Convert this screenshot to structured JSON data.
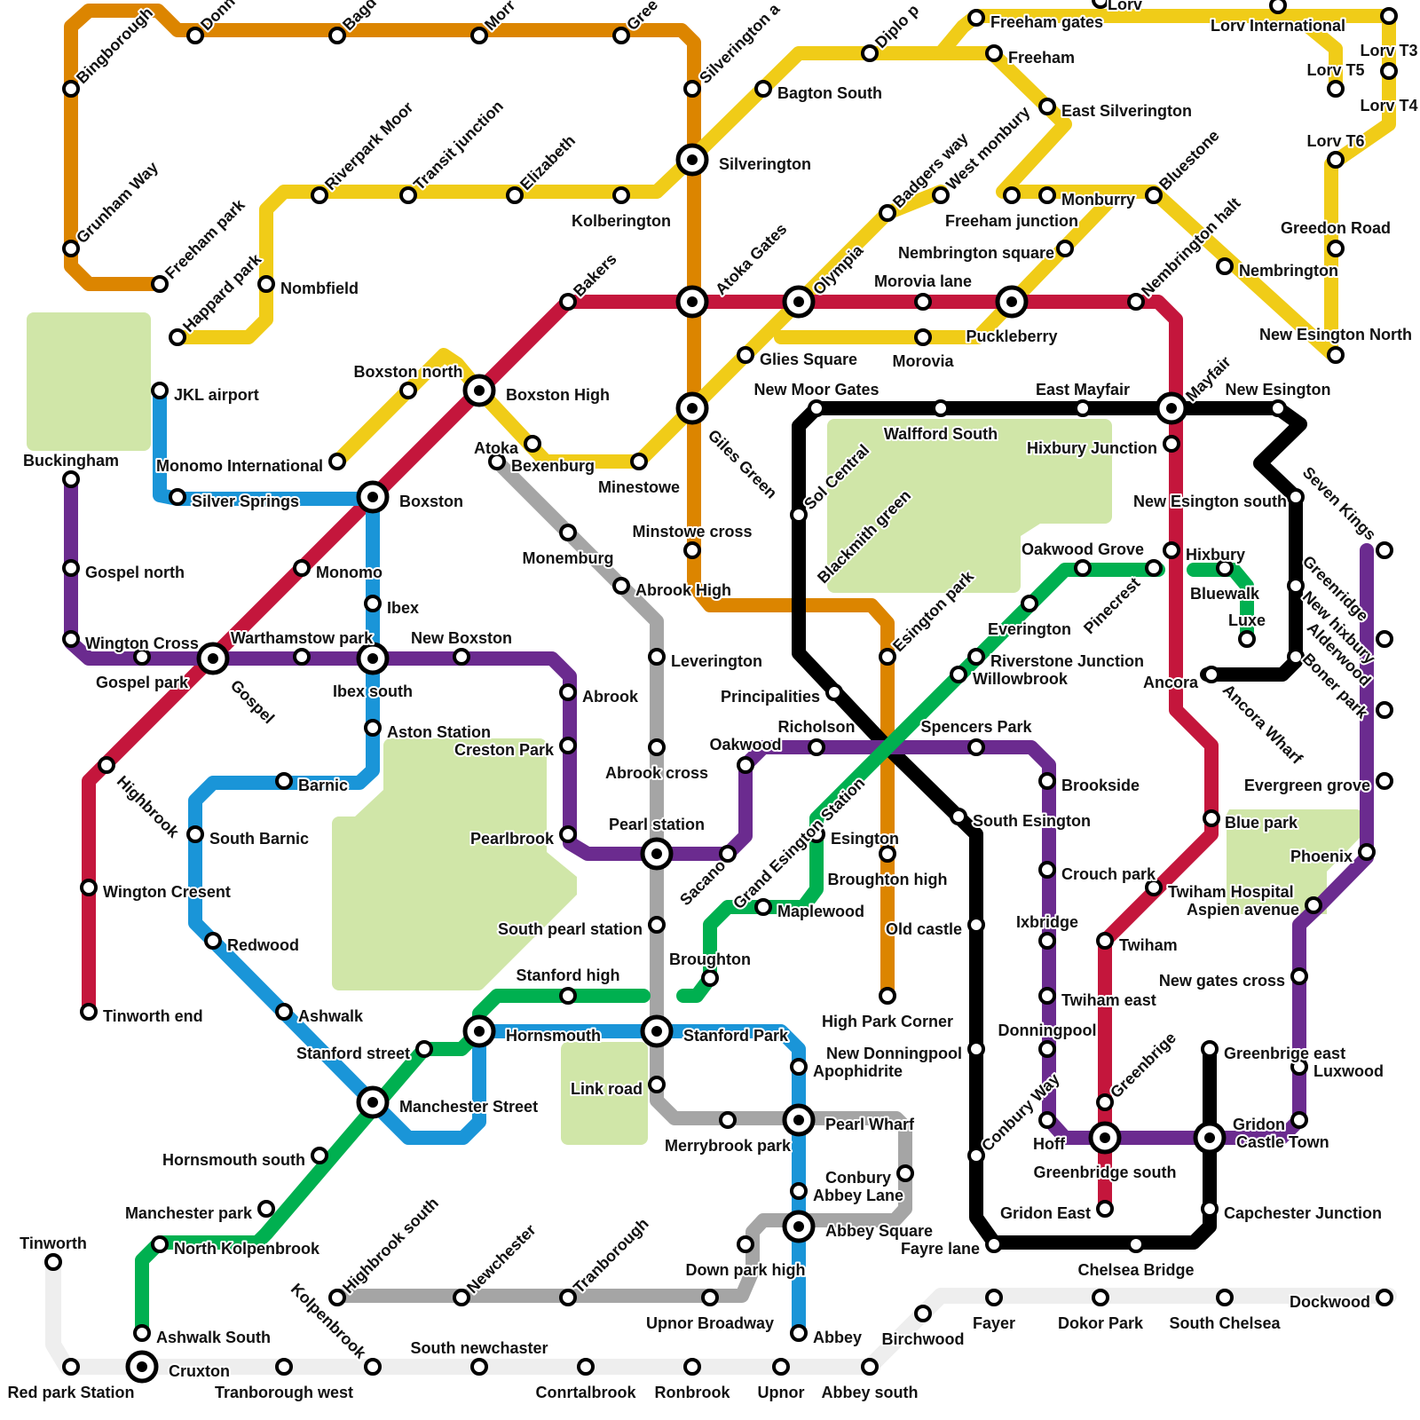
{
  "title": "",
  "colors": {
    "orange": "#dc8500",
    "yellow": "#f0cc18",
    "red": "#c4163c",
    "black": "#000000",
    "purple": "#6b2b8f",
    "blue": "#1a95d8",
    "green": "#00b050",
    "grey": "#a5a5a5",
    "lightgrey": "#eeeeee",
    "park": "#d0e6a8"
  },
  "stations": {
    "bingborough": "Bingborough",
    "donn": "Donn",
    "bagd": "Bagd",
    "morr": "Morr",
    "gree": "Gree",
    "silverington_a": "Silverington a",
    "grunham_way": "Grunham Way",
    "freeham_park": "Freeham park",
    "happard_park": "Happard park",
    "nombfield": "Nombfield",
    "riverpark_moor": "Riverpark Moor",
    "transit_junction": "Transit junction",
    "elizabeth": "Elizabeth",
    "kolberington": "Kolberington",
    "silverington": "Silverington",
    "bagton_south": "Bagton South",
    "diplo_p": "Diplo p",
    "freeham_gates": "Freeham gates",
    "freeham": "Freeham",
    "east_silverington": "East Silverington",
    "lorv": "Lorv",
    "lorv_international": "Lorv International",
    "lorv_t3": "Lorv T3",
    "lorv_t5": "Lorv T5",
    "lorv_t4": "Lorv T4",
    "lorv_t6": "Lorv T6",
    "greedon_road": "Greedon Road",
    "new_esington_north": "New Esington North",
    "badgers_way": "Badgers way",
    "west_monbury": "West monbury",
    "freeham_junction": "Freeham junction",
    "monburry": "Monburry",
    "bluestone": "Bluestone",
    "nembrington_halt": "Nembrington halt",
    "nembrington": "Nembrington",
    "nembrington_square": "Nembrington square",
    "olympia": "Olympia",
    "atoka_gates": "Atoka Gates",
    "bakers": "Bakers",
    "morovia_lane": "Morovia lane",
    "puckleberry": "Puckleberry",
    "morovia": "Morovia",
    "glies_square": "Glies Square",
    "new_moor_gates": "New Moor Gates",
    "east_mayfair": "East Mayfair",
    "mayfair": "Mayfair",
    "new_esington": "New Esington",
    "boxston_north": "Boxston north",
    "boxston_high": "Boxston High",
    "jkl_airport": "JKL airport",
    "monomo_international": "Monomo International",
    "silver_springs": "Silver Springs",
    "boxston": "Boxston",
    "atoka": "Atoka",
    "bexenburg": "Bexenburg",
    "minestowe": "Minestowe",
    "giles_green": "Giles Green",
    "minstowe_cross": "Minstowe cross",
    "walford_south": "Walfford South",
    "hixbury_junction": "Hixbury Junction",
    "sol_central": "Sol Central",
    "blackmith_green": "Blackmith green",
    "new_esington_south": "New Esington south",
    "seven_kings": "Seven Kings",
    "buckingham": "Buckingham",
    "gospel_north": "Gospel north",
    "monomo": "Monomo",
    "ibex": "Ibex",
    "monemburg": "Monemburg",
    "abrook_high": "Abrook High",
    "oakwood_grove": "Oakwood Grove",
    "hixbury": "Hixbury",
    "bluewalk": "Bluewalk",
    "luxe": "Luxe",
    "esington_park": "Esington park",
    "everington": "Everington",
    "pinecrest": "Pinecrest",
    "greenridge": "Greenridge",
    "new_hixbury": "New hixbury",
    "alderwood": "Alderwood",
    "boner_park": "Boner park",
    "wington_cross": "Wington Cross",
    "warthamstow_park": "Warthamstow park",
    "new_boxston": "New Boxston",
    "gospel_park": "Gospel park",
    "gospel": "Gospel",
    "ibex_south": "Ibex south",
    "leverington": "Leverington",
    "riverstone_junction": "Riverstone Junction",
    "willowbrook": "Willowbrook",
    "ancora": "Ancora",
    "ancora_wharf": "Ancora Wharf",
    "abrook": "Abrook",
    "principalities": "Principalities",
    "aston_station": "Aston Station",
    "creston_park": "Creston Park",
    "richolson": "Richolson",
    "oakwood": "Oakwood",
    "spencers_park": "Spencers Park",
    "abrook_cross": "Abrook cross",
    "highbrook": "Highbrook",
    "barnic": "Barnic",
    "brookside": "Brookside",
    "evergreen_grove": "Evergreen grove",
    "south_esington": "South Esington",
    "pearl_station": "Pearl station",
    "blue_park": "Blue park",
    "south_barnic": "South Barnic",
    "pearlbrook": "Pearlbrook",
    "esington": "Esington",
    "grand_esington_station": "Grand Esington Station",
    "sacano": "Sacano",
    "phoenix": "Phoenix",
    "crouch_park": "Crouch park",
    "broughton_high": "Broughton high",
    "twiham_hospital": "Twiham Hospital",
    "aspien_avenue": "Aspien avenue",
    "wington_cresent": "Wington Cresent",
    "maplewood": "Maplewood",
    "ixbridge": "Ixbridge",
    "south_pearl_station": "South pearl station",
    "old_castle": "Old castle",
    "redwood": "Redwood",
    "twiham": "Twiham",
    "broughton": "Broughton",
    "stanford_high": "Stanford high",
    "new_gates_cross": "New gates cross",
    "twiham_east": "Twiham east",
    "tinworth_end": "Tinworth end",
    "ashwalk": "Ashwalk",
    "high_park_corner": "High Park Corner",
    "donningpool": "Donningpool",
    "hornsmouth": "Hornsmouth",
    "stanford_park": "Stanford Park",
    "stanford_street": "Stanford street",
    "new_donningpool": "New Donningpool",
    "apophidrite": "Apophidrite",
    "greenbrige_east": "Greenbrige east",
    "greenbrige": "Greenbrige",
    "luxwood": "Luxwood",
    "link_road": "Link road",
    "manchester_street": "Manchester Street",
    "conbury_way": "Conbury Way",
    "merrybrook_park": "Merrybrook park",
    "pearl_wharf": "Pearl Wharf",
    "gridon": "Gridon",
    "castle_town": "Castle Town",
    "hoff": "Hoff",
    "greenbridge_south": "Greenbridge south",
    "hornsmouth_south": "Hornsmouth south",
    "conbury": "Conbury",
    "abbey_lane": "Abbey Lane",
    "gridon_east": "Gridon East",
    "capchester_junction": "Capchester Junction",
    "manchester_park": "Manchester park",
    "abbey_square": "Abbey Square",
    "fayre_lane": "Fayre lane",
    "tinworth": "Tinworth",
    "north_kolpenbrook": "North Kolpenbrook",
    "highbrook_south": "Highbrook south",
    "newchester": "Newchester",
    "tranborough": "Tranborough",
    "down_park_high": "Down park high",
    "chelsea_bridge": "Chelsea Bridge",
    "kolpenbrook": "Kolpenbrook",
    "upnor_broadway": "Upnor Broadway",
    "dockwood": "Dockwood",
    "fayer": "Fayer",
    "dokor_park": "Dokor Park",
    "south_chelsea": "South Chelsea",
    "birchwood": "Birchwood",
    "ashwalk_south": "Ashwalk South",
    "abbey": "Abbey",
    "south_newchaster": "South newchaster",
    "red_park_station": "Red park Station",
    "cruxton": "Cruxton",
    "tranborough_west": "Tranborough west",
    "conrtalbrook": "Conrtalbrook",
    "ronbrook": "Ronbrook",
    "upnor": "Upnor",
    "abbey_south": "Abbey south"
  }
}
